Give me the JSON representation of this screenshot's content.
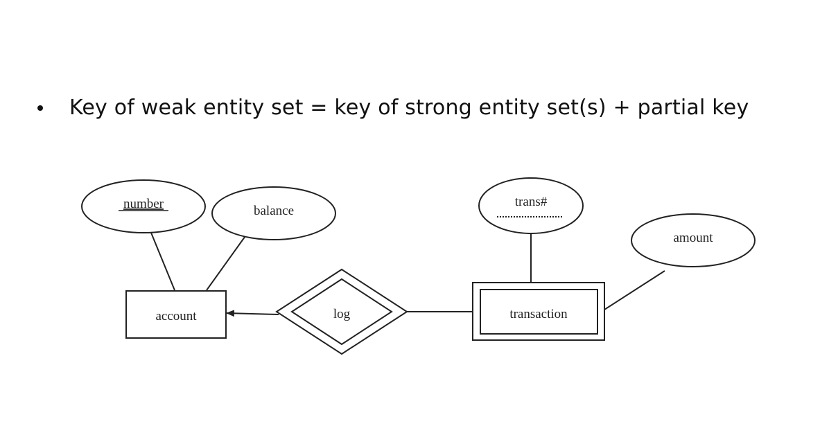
{
  "bullet": {
    "text": "Key of weak entity set = key of strong entity set(s) + partial key"
  },
  "diagram": {
    "entities": {
      "account": {
        "label": "account",
        "kind": "strong"
      },
      "transaction": {
        "label": "transaction",
        "kind": "weak"
      }
    },
    "relationship": {
      "label": "log",
      "kind": "identifying"
    },
    "attributes": {
      "number": {
        "label": "number",
        "key": "primary"
      },
      "balance": {
        "label": "balance",
        "key": "none"
      },
      "trans_no": {
        "label": "trans#",
        "key": "partial"
      },
      "amount": {
        "label": "amount",
        "key": "none"
      }
    }
  },
  "colors": {
    "stroke": "#222222",
    "text": "#111111",
    "background": "#ffffff"
  }
}
